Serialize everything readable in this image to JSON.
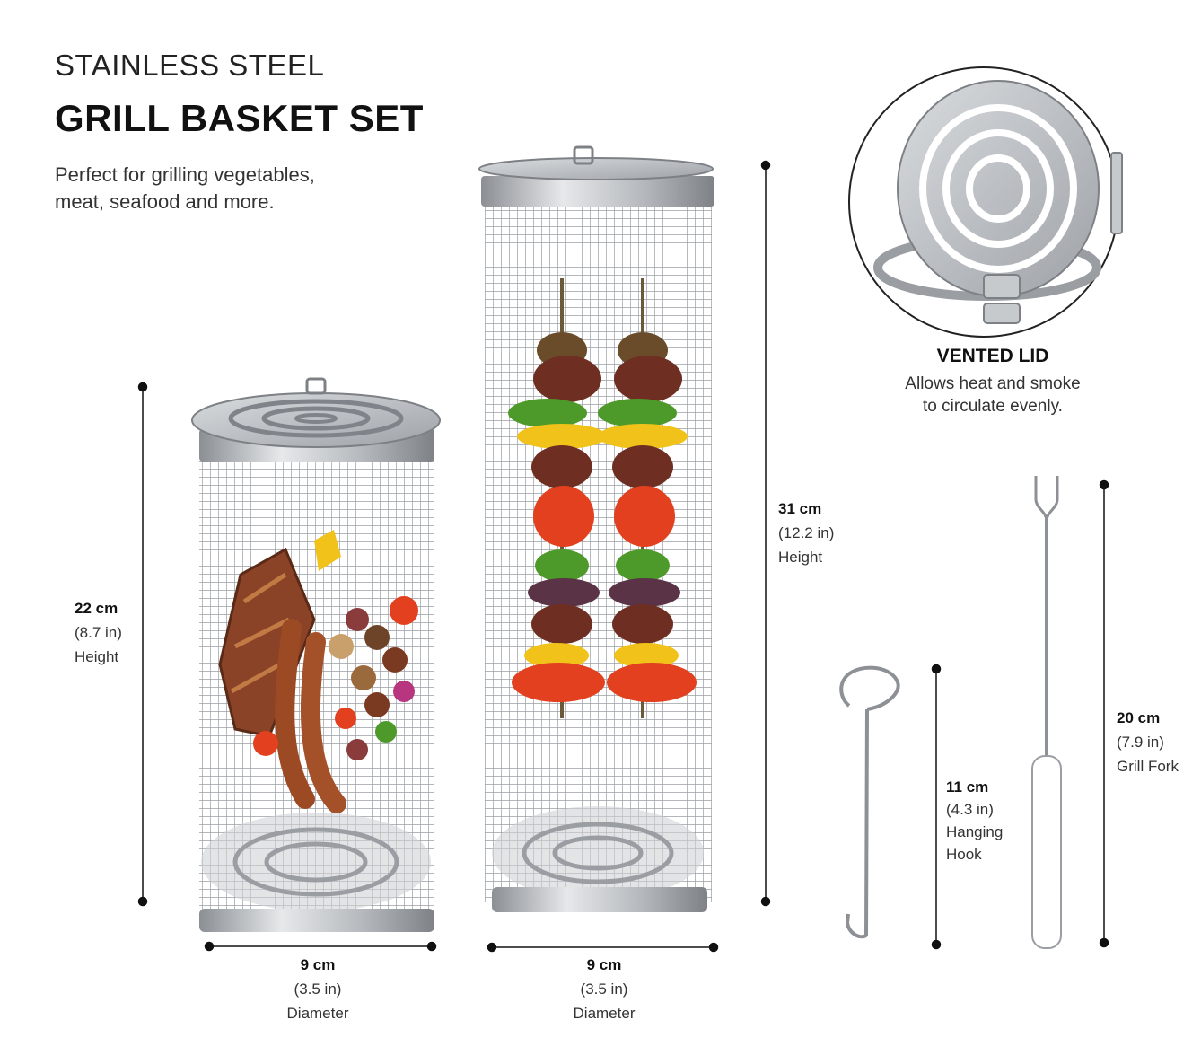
{
  "header": {
    "subtitle": "STAINLESS STEEL",
    "title": "GRILL BASKET SET",
    "description_line1": "Perfect for grilling vegetables,",
    "description_line2": "meat, seafood and more."
  },
  "small_basket": {
    "height_value": "22 cm",
    "height_imperial": "(8.7 in)",
    "height_label": "Height",
    "diameter_value": "9 cm",
    "diameter_imperial": "(3.5 in)",
    "diameter_label": "Diameter"
  },
  "large_basket": {
    "height_value": "31 cm",
    "height_imperial": "(12.2 in)",
    "height_label": "Height",
    "diameter_value": "9 cm",
    "diameter_imperial": "(3.5 in)",
    "diameter_label": "Diameter"
  },
  "lid": {
    "title": "VENTED LID",
    "text_line1": "Allows heat and smoke",
    "text_line2": "to circulate evenly."
  },
  "hook": {
    "value": "11 cm",
    "imperial": "(4.3 in)",
    "label_line1": "Hanging",
    "label_line2": "Hook"
  },
  "fork": {
    "value": "20 cm",
    "imperial": "(7.9 in)",
    "label": "Grill Fork"
  },
  "colors": {
    "steel": "#b9bcc0",
    "steel_dark": "#7d8186",
    "dimension_line": "#111111",
    "meat": "#7a3a22",
    "tomato": "#e2401f",
    "pepper_green": "#4d9a2a",
    "pepper_yellow": "#f0c21a"
  }
}
